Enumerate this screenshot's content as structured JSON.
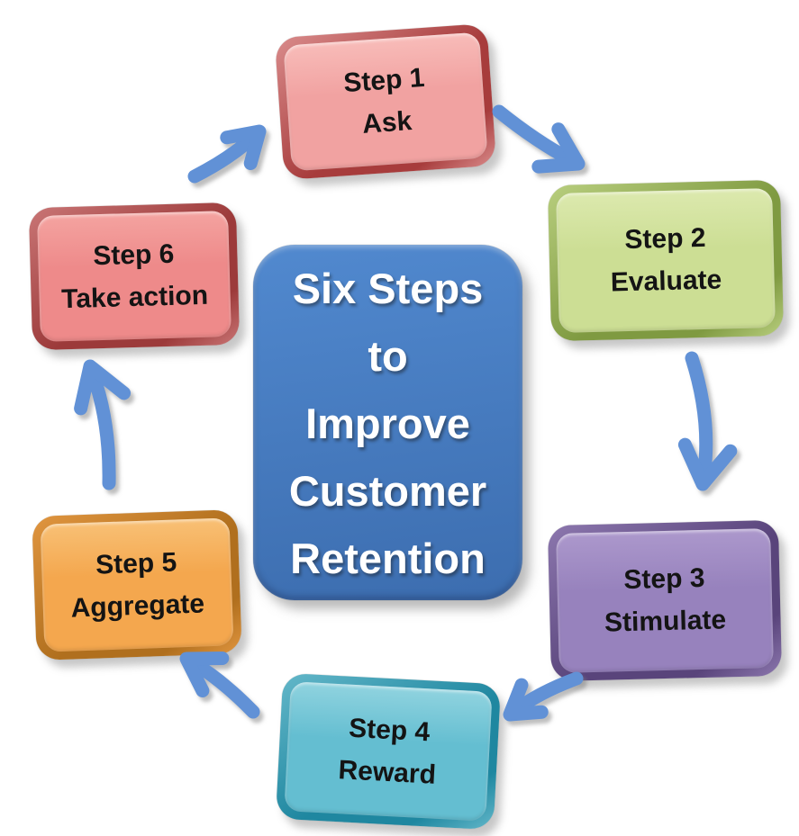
{
  "diagram": {
    "title": "Six Steps to Improve Customer Retention",
    "center": {
      "lines": [
        "Six Steps",
        "to",
        "Improve",
        "Customer",
        "Retention"
      ],
      "fill_top": "#5189CF",
      "fill_bottom": "#3C6DAF",
      "text_color": "#FFFFFF"
    },
    "steps": [
      {
        "label": "Step 1",
        "action": "Ask",
        "fill": "#F1A2A1",
        "fill_light": "#F8BCB9",
        "edge": "#A73C3C",
        "edge_light": "#D98B8B"
      },
      {
        "label": "Step 2",
        "action": "Evaluate",
        "fill": "#CCDE94",
        "fill_light": "#DCE9AE",
        "edge": "#7F9A41",
        "edge_light": "#B8CE7E"
      },
      {
        "label": "Step 3",
        "action": "Stimulate",
        "fill": "#9782BD",
        "fill_light": "#AC98CC",
        "edge": "#59447B",
        "edge_light": "#8C77AE"
      },
      {
        "label": "Step 4",
        "action": "Reward",
        "fill": "#64BED1",
        "fill_light": "#90D3DF",
        "edge": "#1F87A0",
        "edge_light": "#63B7C9"
      },
      {
        "label": "Step 5",
        "action": "Aggregate",
        "fill": "#F4A74E",
        "fill_light": "#F8C075",
        "edge": "#B06F1E",
        "edge_light": "#E0953F"
      },
      {
        "label": "Step 6",
        "action": "Take action",
        "fill": "#EE8A8A",
        "fill_light": "#F4A3A0",
        "edge": "#9C3A3A",
        "edge_light": "#C97575"
      }
    ],
    "arrows": [
      {
        "name": "arrow-step6-to-step1"
      },
      {
        "name": "arrow-step1-to-step2"
      },
      {
        "name": "arrow-step2-to-step3"
      },
      {
        "name": "arrow-step3-to-step4"
      },
      {
        "name": "arrow-step4-to-step5"
      },
      {
        "name": "arrow-step5-to-step6"
      }
    ],
    "colors": {
      "arrow": "#6191D6",
      "background": "#FFFFFF",
      "step_text": "#141414"
    }
  }
}
